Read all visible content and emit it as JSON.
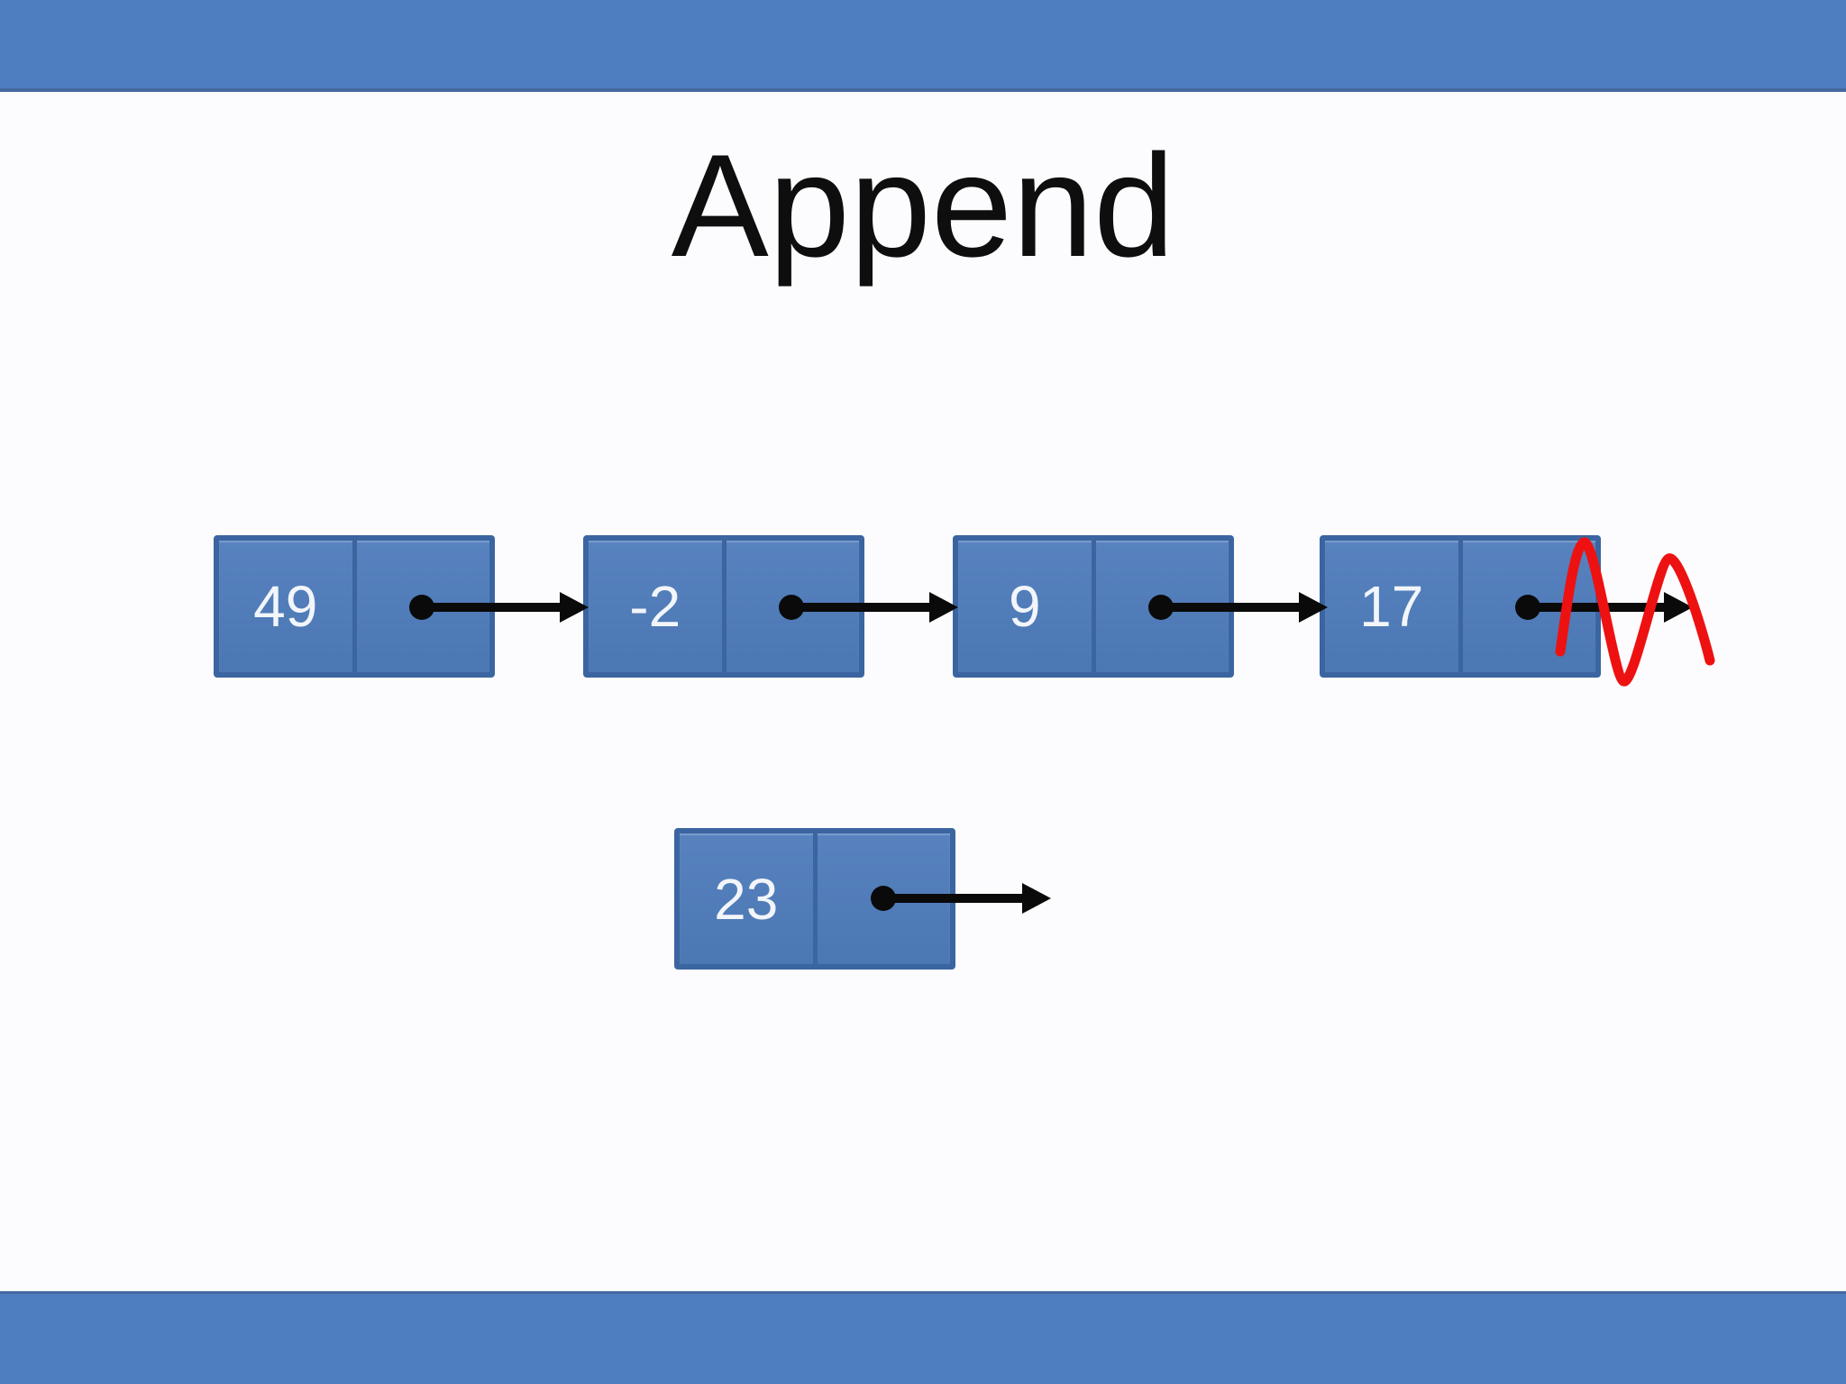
{
  "slide": {
    "title": "Append"
  },
  "theme": {
    "banner_color": "#4e7ec0",
    "banner_edge_color": "#44699f",
    "background_color": "#fcfcfe",
    "node_fill_color": "#4f7cb8",
    "node_border_color": "#3b65a0",
    "node_text_color": "#f2f5fa",
    "pointer_color": "#0a0a0a",
    "annotation_color": "#ee1111"
  },
  "linked_list": {
    "nodes": [
      {
        "value": "49"
      },
      {
        "value": "-2"
      },
      {
        "value": "9"
      },
      {
        "value": "17"
      }
    ],
    "new_node": {
      "value": "23"
    },
    "annotation": "red scribble crossing out the last node's next pointer"
  }
}
